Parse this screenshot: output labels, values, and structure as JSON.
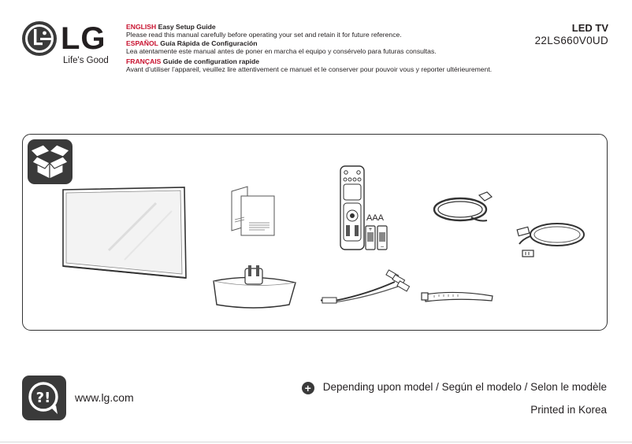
{
  "brand": {
    "name": "LG",
    "tagline": "Life's Good"
  },
  "intro": {
    "english": {
      "lang": "ENGLISH",
      "title": "Easy Setup Guide",
      "text": "Please read this manual carefully before operating your set and retain it for future reference."
    },
    "spanish": {
      "lang": "ESPAÑOL",
      "title": "Guía Rápida de Configuración",
      "text": "Lea atentamente este manual antes de poner en marcha el equipo y consérvelo para futuras consultas."
    },
    "french": {
      "lang": "FRANÇAIS",
      "title": "Guide de configuration rapide",
      "text": "Avant d’utiliser l’appareil, veuillez lire attentivement ce manuel et le conserver pour pouvoir vous y reporter ultérieurement."
    }
  },
  "product": {
    "type": "LED TV",
    "model": "22LS660V0UD"
  },
  "parts": {
    "icons": [
      "box-icon",
      "tv-icon",
      "manual-icon",
      "remote-icon",
      "battery-icon",
      "power-cord-icon",
      "ac-adapter-icon",
      "stand-icon",
      "av-cable-icon",
      "cable-tie-icon"
    ],
    "battery_label": "AAA"
  },
  "footer": {
    "website": "www.lg.com",
    "model_note": "Depending upon model / Según el modelo / Selon le modèle",
    "printed": "Printed in Korea",
    "help_icon": "question-bubble-icon",
    "note_icon": "plus-circle-icon"
  },
  "colors": {
    "lang_red": "#c8102e",
    "icon_bg": "#3a3a3a",
    "logo_red": "#a50034"
  }
}
